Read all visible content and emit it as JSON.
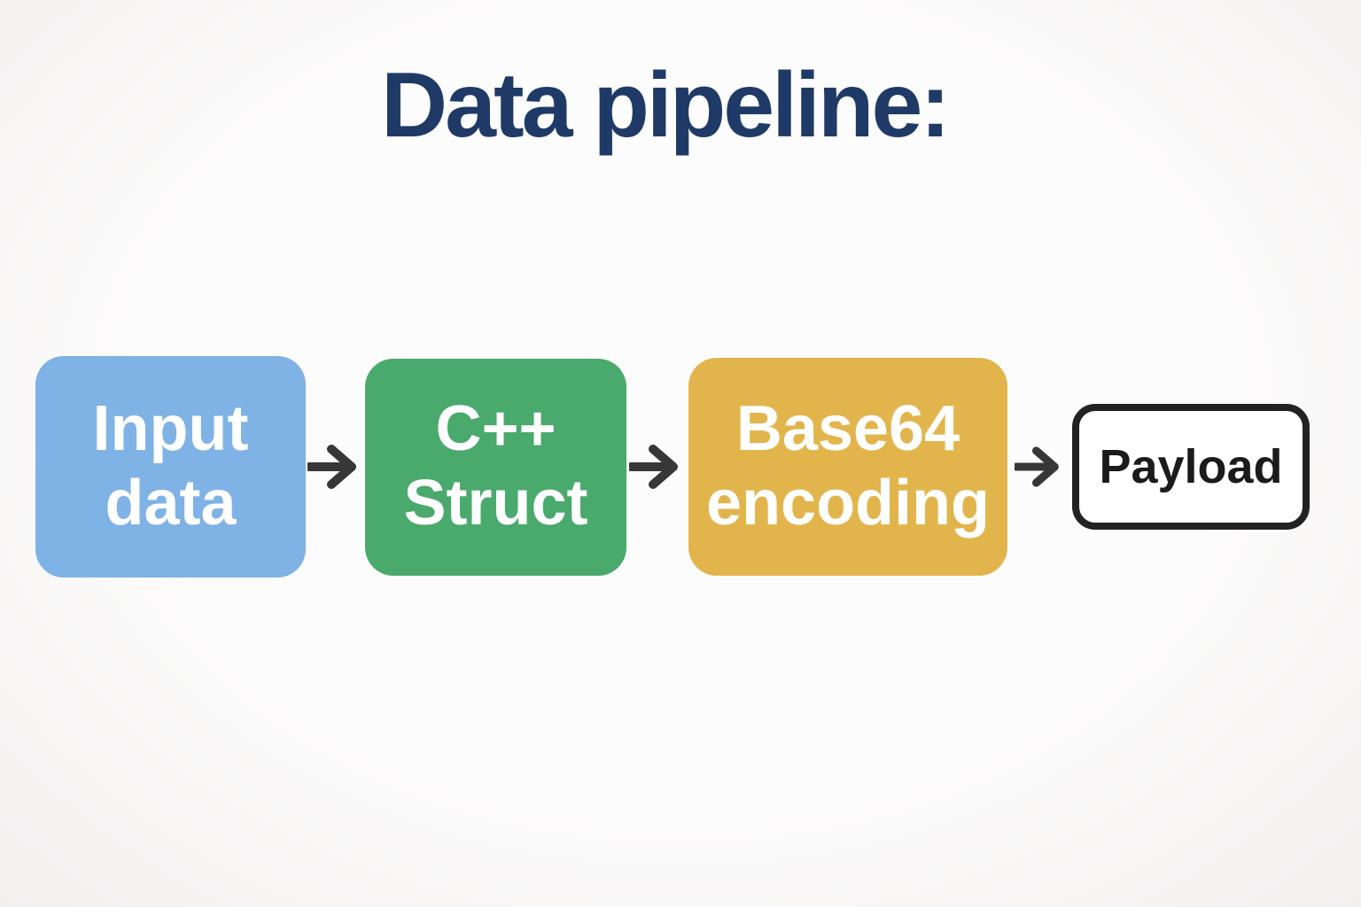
{
  "title": "Data pipeline:",
  "colors": {
    "background": "#fcfbfb",
    "title": "#1f3a66",
    "arrow": "#373737"
  },
  "diagram": {
    "nodes": [
      {
        "id": "input-data",
        "label": "Input\ndata",
        "fill": "#7fb2e5",
        "text_color": "#ffffff"
      },
      {
        "id": "cpp-struct",
        "label": "C++\nStruct",
        "fill": "#4aa96d",
        "text_color": "#ffffff"
      },
      {
        "id": "base64-encoding",
        "label": "Base64\nencoding",
        "fill": "#e2b54c",
        "text_color": "#ffffff"
      },
      {
        "id": "payload",
        "label": "Payload",
        "fill": "#ffffff",
        "text_color": "#1b1b1b",
        "border_color": "#222222"
      }
    ],
    "connections": [
      {
        "from": "input-data",
        "to": "cpp-struct"
      },
      {
        "from": "cpp-struct",
        "to": "base64-encoding"
      },
      {
        "from": "base64-encoding",
        "to": "payload"
      }
    ]
  }
}
